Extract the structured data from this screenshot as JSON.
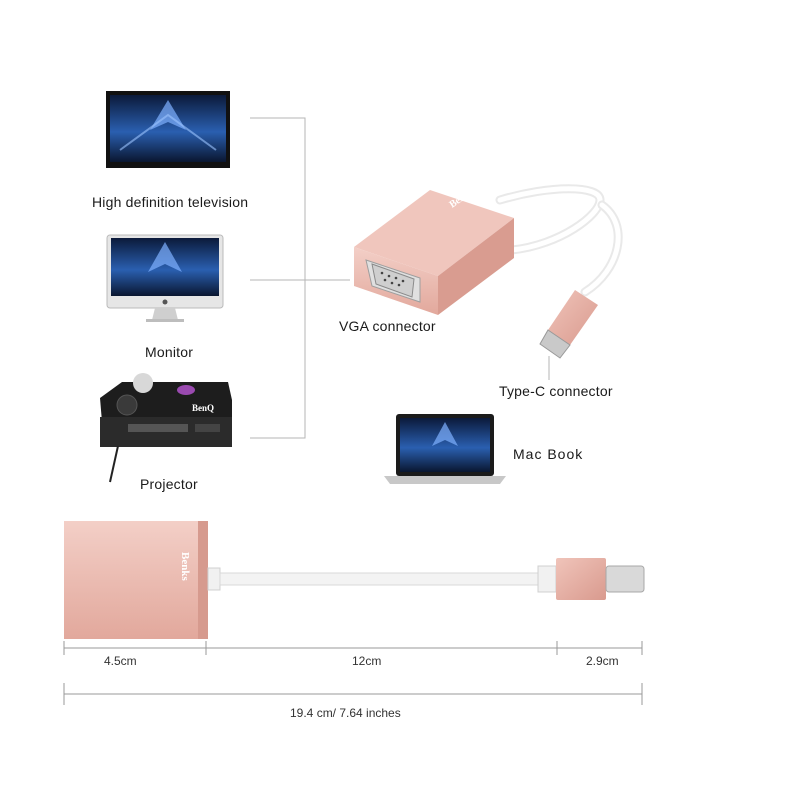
{
  "devices": {
    "hdtv_label": "High definition television",
    "monitor_label": "Monitor",
    "projector_label": "Projector",
    "macbook_label": "Mac Book"
  },
  "adapter": {
    "brand": "Benks",
    "vga_label": "VGA connector",
    "typec_label": "Type-C connector"
  },
  "projector_brand": "BenQ",
  "dimensions": {
    "body": "4.5cm",
    "cable": "12cm",
    "plug": "2.9cm",
    "total": "19.4 cm/ 7.64 inches"
  },
  "colors": {
    "rose_gold": "#e7b2a7",
    "cable_white": "#f2f2f2",
    "screen_blue": "#2a5fb0"
  }
}
